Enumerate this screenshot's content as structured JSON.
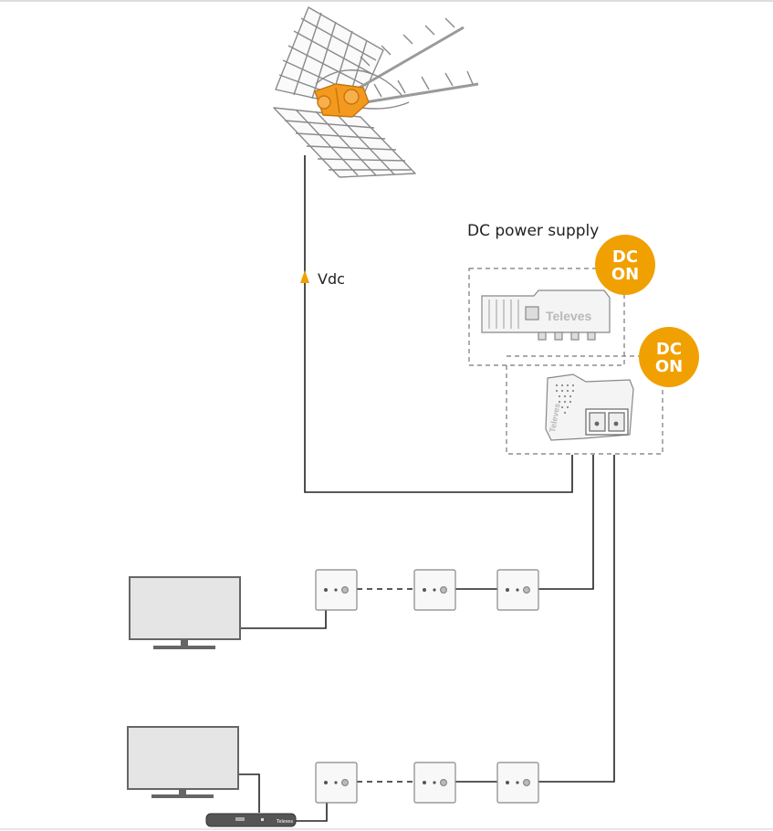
{
  "labels": {
    "dc_power_supply": "DC power supply",
    "vdc": "Vdc"
  },
  "badges": [
    {
      "line1": "DC",
      "line2": "ON"
    },
    {
      "line1": "DC",
      "line2": "ON"
    }
  ],
  "brand": "Televes",
  "colors": {
    "accent": "#F0A000",
    "antenna_hub": "#F39A1E",
    "cable": "#222222",
    "device_stroke": "#777777",
    "device_fill": "#F7F7F7",
    "tv_fill": "#E5E5E5"
  }
}
